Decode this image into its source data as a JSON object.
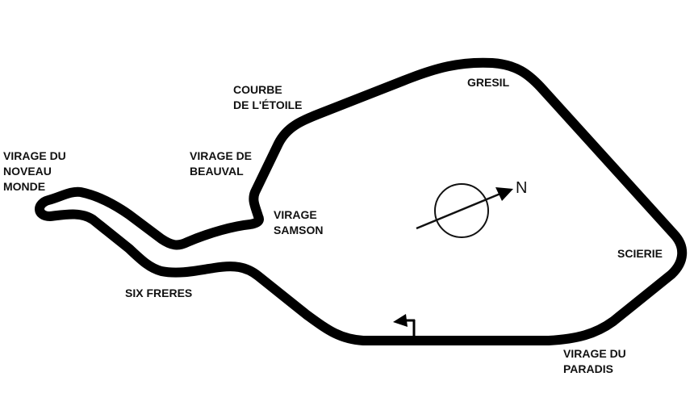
{
  "map": {
    "type": "race-circuit",
    "track_color": "#000000",
    "background": "#ffffff",
    "north_indicator": {
      "letter": "N"
    },
    "start_flag": {
      "icon": "start-finish-flag-icon"
    },
    "corners": [
      {
        "id": "virage-du-noveau-monde",
        "lines": [
          "VIRAGE DU",
          "NOVEAU",
          "MONDE"
        ]
      },
      {
        "id": "virage-de-beauval",
        "lines": [
          "VIRAGE DE",
          "BEAUVAL"
        ]
      },
      {
        "id": "courbe-de-letoile",
        "lines": [
          "COURBE",
          "DE L'ÉTOILE"
        ]
      },
      {
        "id": "gresil",
        "lines": [
          "GRESIL"
        ]
      },
      {
        "id": "virage-samson",
        "lines": [
          "VIRAGE",
          "SAMSON"
        ]
      },
      {
        "id": "scierie",
        "lines": [
          "SCIERIE"
        ]
      },
      {
        "id": "six-freres",
        "lines": [
          "SIX FRERES"
        ]
      },
      {
        "id": "virage-du-paradis",
        "lines": [
          "VIRAGE DU",
          "PARADIS"
        ]
      }
    ]
  }
}
